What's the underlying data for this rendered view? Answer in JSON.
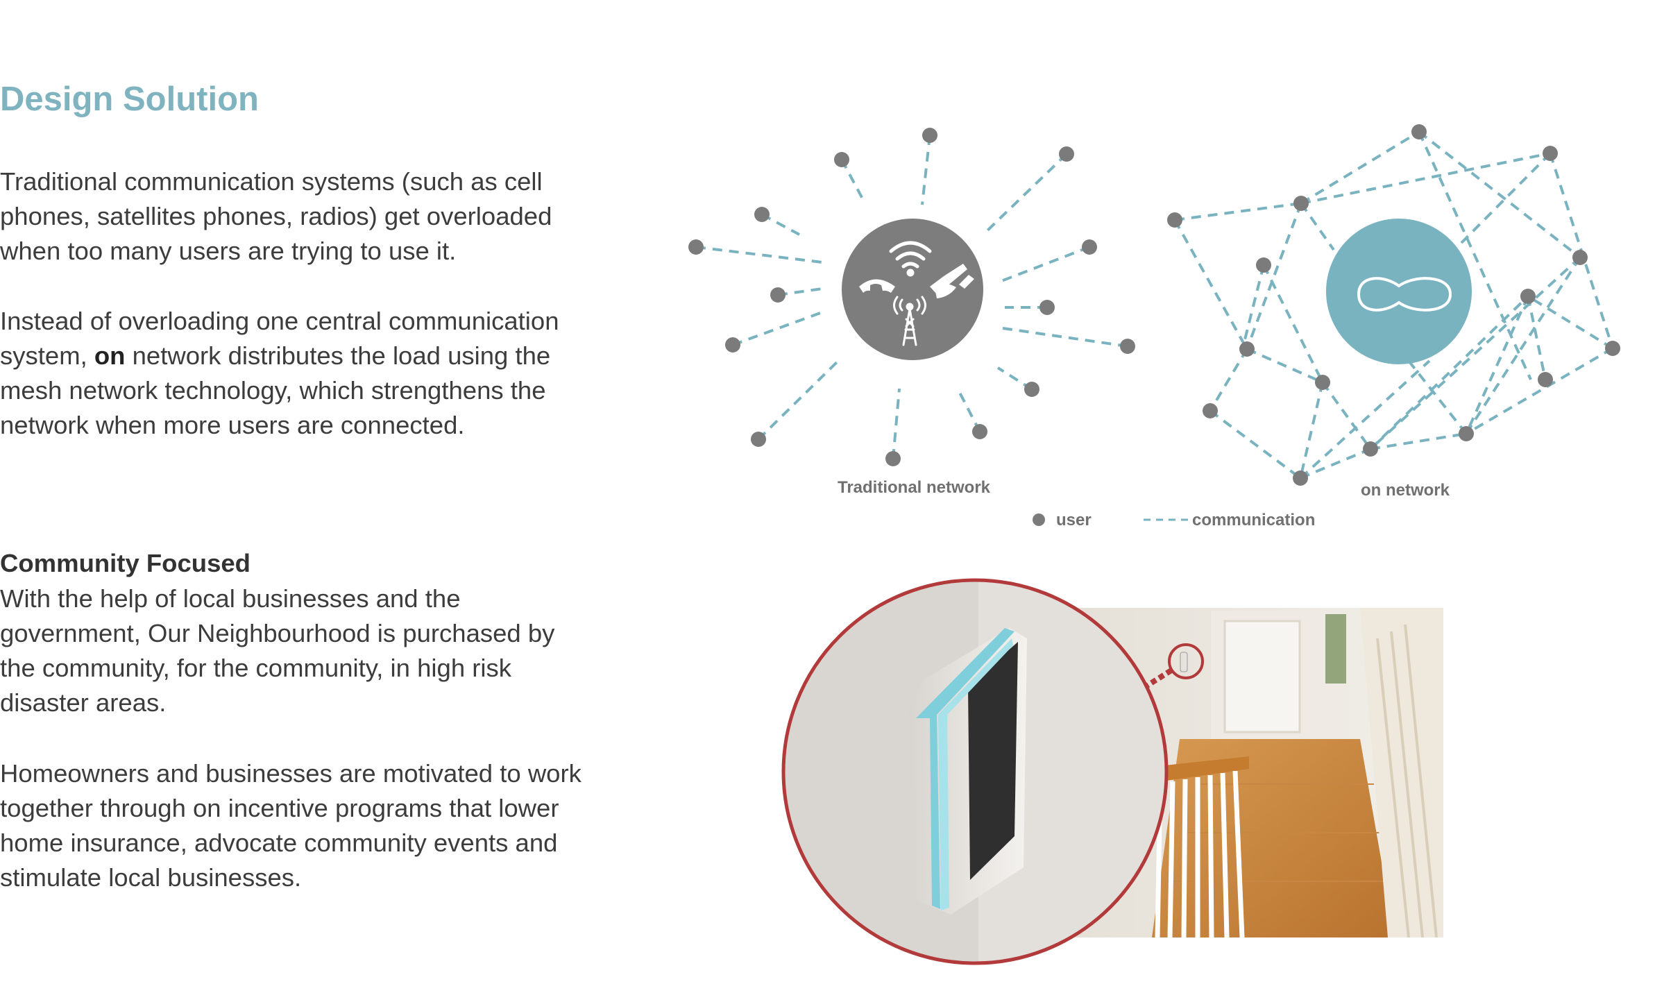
{
  "title": "Design Solution",
  "intro": {
    "paragraph1": "Traditional communication systems (such as cell phones, satellites phones, radios) get overloaded when too many users are trying to use it.",
    "paragraph2_before": "Instead of overloading one central communication system, ",
    "paragraph2_bold": "on",
    "paragraph2_after": " network distributes the load using the mesh network technology, which strengthens the network when more users are connected."
  },
  "community": {
    "heading": "Community Focused",
    "paragraph1": "With the help of local businesses and the government, Our Neighbourhood is purchased by the community, for the community, in high risk disaster areas.",
    "paragraph2": "Homeowners and businesses are motivated to work together through on incentive programs that lower home insurance, advocate community events and stimulate local businesses."
  },
  "diagram": {
    "traditional_label": "Traditional network",
    "on_label": "on network",
    "legend_user": "user",
    "legend_communication": "communication",
    "colors": {
      "accent": "#7ab3c0",
      "node": "#7b7b7b",
      "hub": "#7d7d7d",
      "highlight": "#b23a3a"
    },
    "icons": [
      "wifi-icon",
      "phone-icon",
      "satellite-icon",
      "radio-tower-icon",
      "infinity-icon"
    ]
  }
}
